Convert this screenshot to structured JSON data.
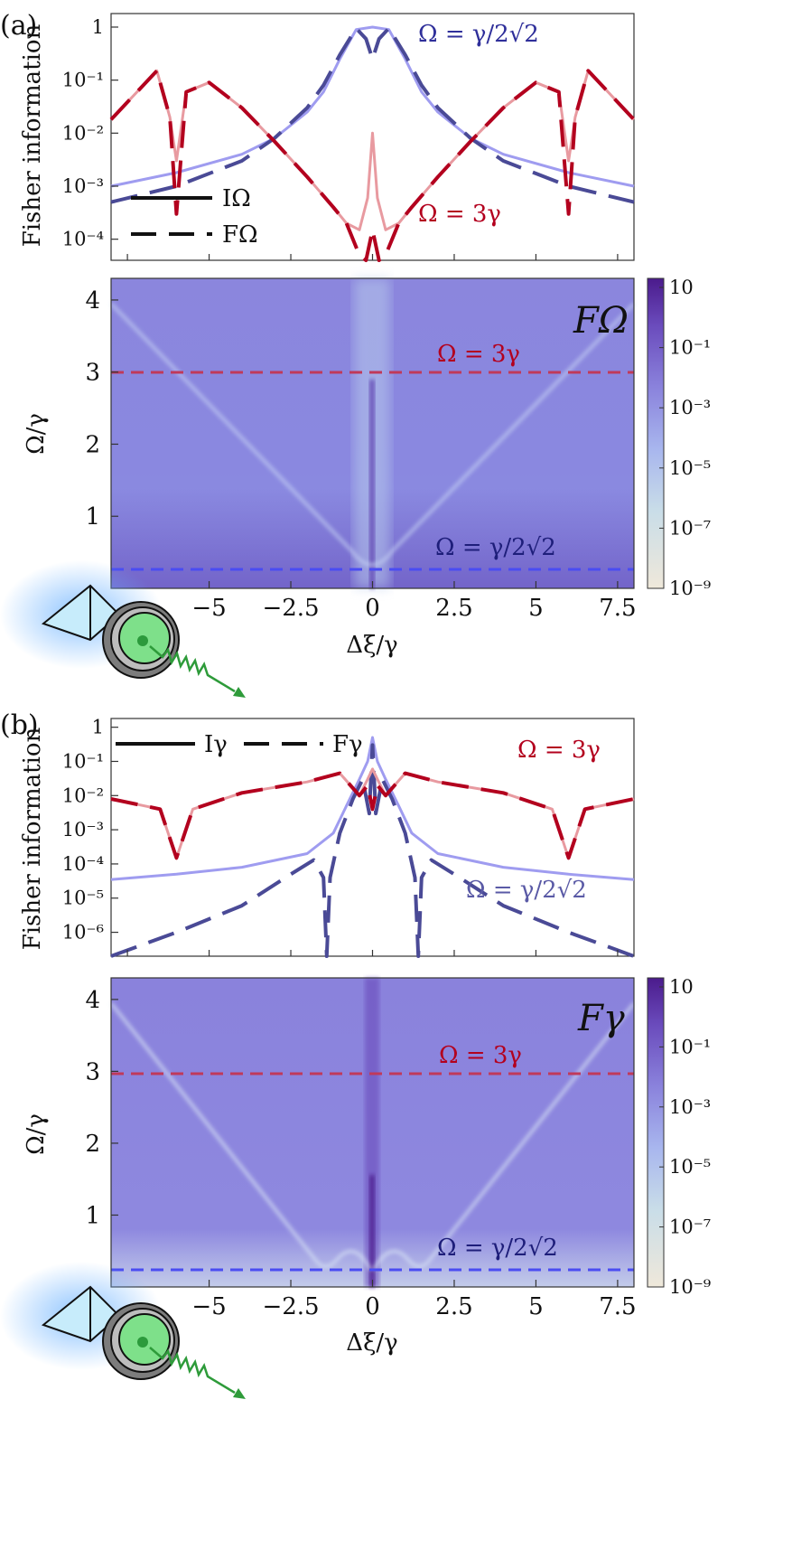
{
  "panels": [
    {
      "label": "(a)",
      "line_plot": {
        "ylabel": "Fisher information",
        "ytick_labels": [
          "1",
          "10⁻¹",
          "10⁻²",
          "10⁻³",
          "10⁻⁴"
        ],
        "legend": [
          {
            "style": "solid",
            "text": "IΩ"
          },
          {
            "style": "dashed",
            "text": "FΩ"
          }
        ],
        "annotations": {
          "low": "Ω = γ/2√2",
          "high": "Ω = 3γ"
        }
      },
      "heatmap": {
        "title": "FΩ",
        "ylabel": "Ω/γ",
        "xlabel": "Δξ/γ",
        "xtick_labels": [
          "−5",
          "−2.5",
          "0",
          "2.5",
          "5",
          "7.5"
        ],
        "ytick_labels": [
          "1",
          "2",
          "3",
          "4"
        ],
        "colorbar_labels": [
          "10",
          "10⁻¹",
          "10⁻³",
          "10⁻⁵",
          "10⁻⁷",
          "10⁻⁹"
        ],
        "annotations": {
          "high": "Ω = 3γ",
          "low": "Ω = γ/2√2"
        }
      }
    },
    {
      "label": "(b)",
      "line_plot": {
        "ylabel": "Fisher information",
        "ytick_labels": [
          "1",
          "10⁻¹",
          "10⁻²",
          "10⁻³",
          "10⁻⁴",
          "10⁻⁵",
          "10⁻⁶"
        ],
        "legend": [
          {
            "style": "solid",
            "text": "Iγ"
          },
          {
            "style": "dashed",
            "text": "Fγ"
          }
        ],
        "annotations": {
          "low": "Ω = γ/2√2",
          "high": "Ω = 3γ"
        }
      },
      "heatmap": {
        "title": "Fγ",
        "ylabel": "Ω/γ",
        "xlabel": "Δξ/γ",
        "xtick_labels": [
          "−5",
          "−2.5",
          "0",
          "2.5",
          "5",
          "7.5"
        ],
        "ytick_labels": [
          "1",
          "2",
          "3",
          "4"
        ],
        "colorbar_labels": [
          "10",
          "10⁻¹",
          "10⁻³",
          "10⁻⁵",
          "10⁻⁷",
          "10⁻⁹"
        ],
        "annotations": {
          "high": "Ω = 3γ",
          "low": "Ω = γ/2√2"
        }
      }
    }
  ],
  "colors": {
    "high_omega": "#b3001e",
    "high_omega_light": "#e89aa0",
    "low_omega": "#4a4a96",
    "low_omega_light": "#9f9cf0",
    "cut_line_high": "#c0395a",
    "cut_line_low": "#4a4cf2",
    "heatmap_base": "#8a82dc",
    "cmap_top": "#4b1b8c",
    "cmap_bottom": "#efe8da"
  },
  "chart_data": [
    {
      "type": "line",
      "panel": "(a)",
      "x_range": [
        -8,
        8
      ],
      "y_scale": "log",
      "ylim": [
        4e-05,
        1.8
      ],
      "series": [
        {
          "name": "IΩ (Ω = γ/2√2)",
          "style": "solid",
          "x": [
            -8,
            -6,
            -4,
            -3,
            -2,
            -1.5,
            -1,
            -0.5,
            0,
            0.5,
            1,
            1.5,
            2,
            3,
            4,
            6,
            8
          ],
          "y": [
            0.001,
            0.0018,
            0.004,
            0.008,
            0.025,
            0.06,
            0.25,
            0.9,
            1.0,
            0.9,
            0.25,
            0.06,
            0.025,
            0.008,
            0.004,
            0.0018,
            0.001
          ]
        },
        {
          "name": "FΩ (Ω = γ/2√2)",
          "style": "dashed",
          "x": [
            -8,
            -6,
            -4,
            -3,
            -2,
            -1.5,
            -1,
            -0.5,
            -0.2,
            0,
            0.2,
            0.5,
            1,
            1.5,
            2,
            3,
            4,
            6,
            8
          ],
          "y": [
            0.0005,
            0.001,
            0.003,
            0.008,
            0.03,
            0.08,
            0.3,
            0.95,
            0.6,
            0.25,
            0.6,
            0.95,
            0.3,
            0.08,
            0.03,
            0.008,
            0.003,
            0.001,
            0.0005
          ]
        },
        {
          "name": "IΩ (Ω = 3γ)",
          "style": "solid",
          "x": [
            -8,
            -6.6,
            -6.2,
            -6.0,
            -5.7,
            -5,
            -4,
            -3,
            -2,
            -1.2,
            -0.8,
            -0.4,
            -0.15,
            0,
            0.15,
            0.4,
            0.8,
            1.2,
            2,
            3,
            4,
            5,
            5.7,
            6.0,
            6.2,
            6.6,
            8
          ],
          "y": [
            0.018,
            0.15,
            0.02,
            0.003,
            0.06,
            0.09,
            0.03,
            0.007,
            0.0015,
            0.0004,
            0.0002,
            0.00015,
            0.0006,
            0.01,
            0.0006,
            0.00015,
            0.0002,
            0.0004,
            0.0015,
            0.007,
            0.03,
            0.09,
            0.06,
            0.003,
            0.02,
            0.15,
            0.018
          ]
        },
        {
          "name": "FΩ (Ω = 3γ)",
          "style": "dashed",
          "x": [
            -8,
            -6.6,
            -6.2,
            -6.0,
            -5.7,
            -5,
            -4,
            -3,
            -2,
            -1.2,
            -0.8,
            -0.4,
            -0.2,
            0,
            0.2,
            0.4,
            0.8,
            1.2,
            2,
            3,
            4,
            5,
            5.7,
            6.0,
            6.2,
            6.6,
            8
          ],
          "y": [
            0.018,
            0.15,
            0.02,
            0.0003,
            0.06,
            0.09,
            0.03,
            0.007,
            0.0015,
            0.0004,
            0.0002,
            5e-05,
            4e-05,
            0.00015,
            4e-05,
            5e-05,
            0.0002,
            0.0004,
            0.0015,
            0.007,
            0.03,
            0.09,
            0.06,
            0.0003,
            0.02,
            0.15,
            0.018
          ]
        }
      ]
    },
    {
      "type": "heatmap",
      "panel": "(a)",
      "x_range": [
        -8,
        8
      ],
      "y_range": [
        0,
        4.3
      ],
      "color_scale": "log",
      "color_range": [
        1e-09,
        20
      ],
      "cuts": [
        3,
        0.354
      ]
    },
    {
      "type": "line",
      "panel": "(b)",
      "x_range": [
        -8,
        8
      ],
      "y_scale": "log",
      "ylim": [
        2e-07,
        1.8
      ],
      "series": [
        {
          "name": "Iγ (Ω = γ/2√2)",
          "style": "solid",
          "x": [
            -8,
            -6,
            -4,
            -2,
            -1.2,
            -0.8,
            -0.4,
            -0.15,
            0,
            0.15,
            0.4,
            0.8,
            1.2,
            2,
            4,
            6,
            8
          ],
          "y": [
            3.5e-05,
            5e-05,
            8e-05,
            0.0002,
            0.0008,
            0.005,
            0.03,
            0.1,
            0.5,
            0.1,
            0.03,
            0.005,
            0.0008,
            0.0002,
            8e-05,
            5e-05,
            3.5e-05
          ]
        },
        {
          "name": "Fγ (Ω = γ/2√2)",
          "style": "dashed",
          "x": [
            -8,
            -6,
            -4,
            -2.5,
            -1.8,
            -1.5,
            -1.4,
            -1.3,
            -1.0,
            -0.6,
            -0.3,
            -0.1,
            0,
            0.1,
            0.3,
            0.6,
            1.0,
            1.3,
            1.4,
            1.5,
            1.8,
            2.5,
            4,
            6,
            8
          ],
          "y": [
            2e-07,
            1e-06,
            6e-06,
            5e-05,
            0.00013,
            4e-05,
            2e-07,
            4e-05,
            0.0008,
            0.008,
            0.03,
            0.003,
            0.3,
            0.003,
            0.03,
            0.008,
            0.0008,
            4e-05,
            2e-07,
            4e-05,
            0.00013,
            5e-05,
            6e-06,
            1e-06,
            2e-07
          ]
        },
        {
          "name": "Iγ (Ω = 3γ)",
          "style": "solid",
          "x": [
            -8,
            -6.5,
            -6.0,
            -5.5,
            -4,
            -2,
            -1,
            -0.4,
            -0.15,
            0,
            0.15,
            0.4,
            1,
            2,
            4,
            5.5,
            6.0,
            6.5,
            8
          ],
          "y": [
            0.008,
            0.004,
            0.00015,
            0.004,
            0.012,
            0.025,
            0.045,
            0.01,
            0.03,
            0.06,
            0.03,
            0.01,
            0.045,
            0.025,
            0.012,
            0.004,
            0.00015,
            0.004,
            0.008
          ]
        },
        {
          "name": "Fγ (Ω = 3γ)",
          "style": "dashed",
          "x": [
            -8,
            -6.5,
            -6.0,
            -5.5,
            -4,
            -2,
            -1,
            -0.4,
            -0.15,
            0,
            0.15,
            0.4,
            1,
            2,
            4,
            5.5,
            6.0,
            6.5,
            8
          ],
          "y": [
            0.008,
            0.004,
            0.00015,
            0.004,
            0.012,
            0.025,
            0.045,
            0.01,
            0.02,
            0.004,
            0.02,
            0.01,
            0.045,
            0.025,
            0.012,
            0.004,
            0.00015,
            0.004,
            0.008
          ]
        }
      ]
    },
    {
      "type": "heatmap",
      "panel": "(b)",
      "x_range": [
        -8,
        8
      ],
      "y_range": [
        0,
        4.3
      ],
      "color_scale": "log",
      "color_range": [
        1e-09,
        20
      ],
      "cuts": [
        3,
        0.354
      ]
    }
  ]
}
